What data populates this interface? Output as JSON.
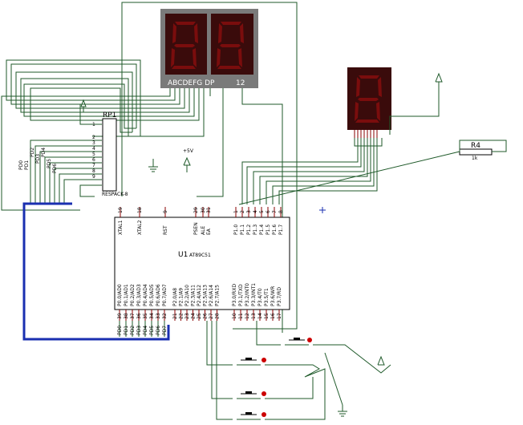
{
  "colors": {
    "wire": "#1f5a2a",
    "bus": "#1a2fb0",
    "display_bezel": "#7a7a7a",
    "display_face": "#3a0b0b",
    "segment": "#7a0d0d",
    "pin_dot": "#cc0000"
  },
  "display_dual": {
    "label_segments": "ABCDEFG  DP",
    "label_common": "12"
  },
  "display_single": {},
  "rp1": {
    "name": "RP1",
    "part": "RESPACK-8",
    "pins": [
      "1",
      "2",
      "3",
      "4",
      "5",
      "6",
      "7",
      "8",
      "9"
    ]
  },
  "r4": {
    "name": "R4",
    "value": "1k"
  },
  "power": {
    "label": "+5V"
  },
  "mcu": {
    "name": "U1",
    "part": "AT89C51",
    "top_pins": [
      {
        "num": "19",
        "name": "XTAL1"
      },
      {
        "num": "18",
        "name": "XTAL2"
      },
      {
        "num": "9",
        "name": "RST"
      },
      {
        "num": "29",
        "name": "PSEN"
      },
      {
        "num": "30",
        "name": "ALE"
      },
      {
        "num": "31",
        "name": "EA"
      },
      {
        "num": "1",
        "name": "P1.0"
      },
      {
        "num": "2",
        "name": "P1.1"
      },
      {
        "num": "3",
        "name": "P1.2"
      },
      {
        "num": "4",
        "name": "P1.3"
      },
      {
        "num": "5",
        "name": "P1.4"
      },
      {
        "num": "6",
        "name": "P1.5"
      },
      {
        "num": "7",
        "name": "P1.6"
      },
      {
        "num": "8",
        "name": "P1.7"
      }
    ],
    "bottom_pins": [
      {
        "num": "39",
        "name": "P0.0/AD0"
      },
      {
        "num": "38",
        "name": "P0.1/AD1"
      },
      {
        "num": "37",
        "name": "P0.2/AD2"
      },
      {
        "num": "36",
        "name": "P0.3/AD3"
      },
      {
        "num": "35",
        "name": "P0.4/AD4"
      },
      {
        "num": "34",
        "name": "P0.5/AD5"
      },
      {
        "num": "33",
        "name": "P0.6/AD6"
      },
      {
        "num": "32",
        "name": "P0.7/AD7"
      },
      {
        "num": "21",
        "name": "P2.0/A8"
      },
      {
        "num": "22",
        "name": "P2.1/A9"
      },
      {
        "num": "23",
        "name": "P2.2/A10"
      },
      {
        "num": "24",
        "name": "P2.3/A11"
      },
      {
        "num": "25",
        "name": "P2.4/A12"
      },
      {
        "num": "26",
        "name": "P2.5/A13"
      },
      {
        "num": "27",
        "name": "P2.6/A14"
      },
      {
        "num": "28",
        "name": "P2.7/A15"
      },
      {
        "num": "10",
        "name": "P3.0/RXD"
      },
      {
        "num": "11",
        "name": "P3.1/TXD"
      },
      {
        "num": "12",
        "name": "P3.2/INT0"
      },
      {
        "num": "13",
        "name": "P3.3/INT1"
      },
      {
        "num": "14",
        "name": "P3.4/T0"
      },
      {
        "num": "15",
        "name": "P3.5/T1"
      },
      {
        "num": "16",
        "name": "P3.6/WR"
      },
      {
        "num": "17",
        "name": "P3.7/RD"
      }
    ],
    "bottom_net_labels": [
      "PD0",
      "PD1",
      "PD2",
      "PD3",
      "PD4",
      "PD5",
      "PD6",
      "PD7"
    ]
  },
  "rp_net_labels": [
    "PD0",
    "PD1",
    "PD2",
    "PD3",
    "PD4",
    "PD5",
    "PD6"
  ]
}
